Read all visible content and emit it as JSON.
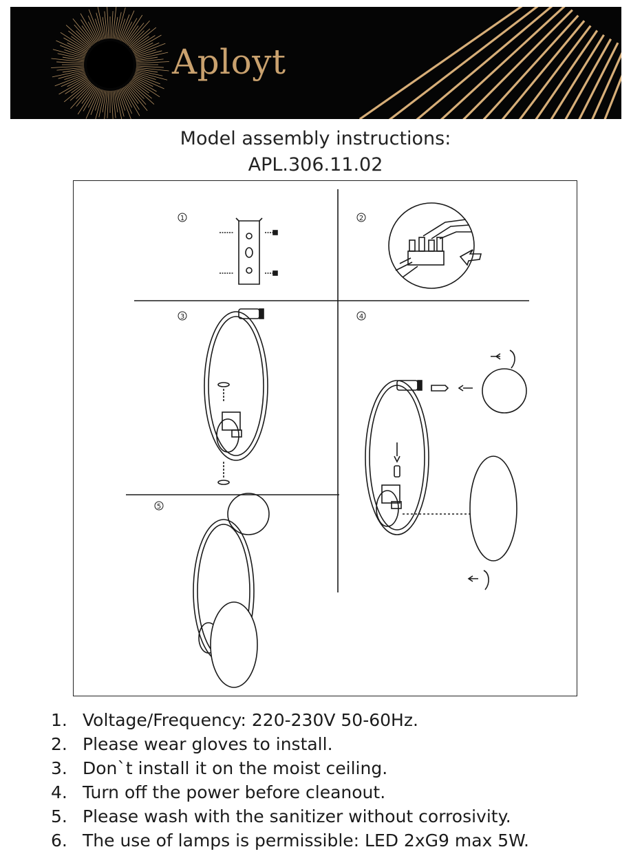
{
  "brand": {
    "name": "Aployt",
    "colors": {
      "background": "#050505",
      "gold": "#c9a16e"
    }
  },
  "title": {
    "line1": "Model assembly instructions:",
    "line2": "APL.306.11.02"
  },
  "steps": [
    {
      "number": "①",
      "label": "mounting-bracket"
    },
    {
      "number": "②",
      "label": "wire-connection"
    },
    {
      "number": "③",
      "label": "fix-lamp-to-bracket"
    },
    {
      "number": "④",
      "label": "insert-bulbs-and-shades"
    },
    {
      "number": "⑤",
      "label": "assembled-lamp"
    }
  ],
  "notes": [
    {
      "num": "1.",
      "text": "Voltage/Frequency: 220-230V 50-60Hz."
    },
    {
      "num": "2.",
      "text": "Please wear gloves to install."
    },
    {
      "num": "3.",
      "text": "Don`t install it on the moist ceiling."
    },
    {
      "num": "4.",
      "text": "Turn off the power before cleanout."
    },
    {
      "num": "5.",
      "text": "Please wash with the sanitizer without corrosivity."
    },
    {
      "num": "6.",
      "text": "The use of lamps is permissible: LED 2xG9 max 5W."
    }
  ]
}
